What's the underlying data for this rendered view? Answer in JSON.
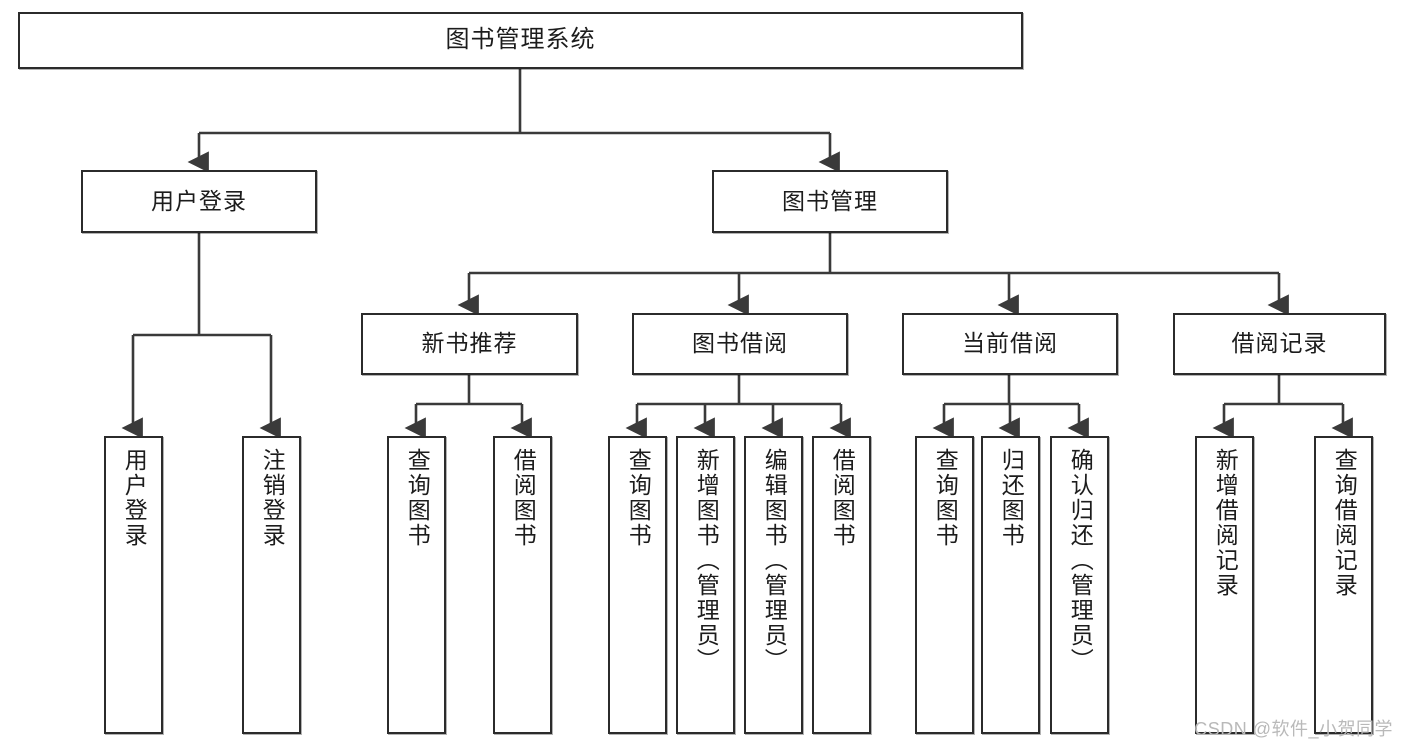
{
  "diagram": {
    "type": "tree",
    "title": "图书管理系统",
    "root": {
      "label": "图书管理系统"
    },
    "level2": [
      {
        "label": "用户登录"
      },
      {
        "label": "图书管理"
      }
    ],
    "level3": [
      {
        "label": "新书推荐"
      },
      {
        "label": "图书借阅"
      },
      {
        "label": "当前借阅"
      },
      {
        "label": "借阅记录"
      }
    ],
    "leaves": {
      "user_login": [
        {
          "label": "用户登录"
        },
        {
          "label": "注销登录"
        }
      ],
      "new_book_recommend": [
        {
          "label": "查询图书"
        },
        {
          "label": "借阅图书"
        }
      ],
      "book_borrow": [
        {
          "label": "查询图书"
        },
        {
          "label": "新增图书（管理员）"
        },
        {
          "label": "编辑图书（管理员）"
        },
        {
          "label": "借阅图书"
        }
      ],
      "current_borrow": [
        {
          "label": "查询图书"
        },
        {
          "label": "归还图书"
        },
        {
          "label": "确认归还（管理员）"
        }
      ],
      "borrow_record": [
        {
          "label": "新增借阅记录"
        },
        {
          "label": "查询借阅记录"
        }
      ]
    }
  },
  "watermark": {
    "text": "CSDN @软件_小贺同学"
  },
  "colors": {
    "border": "#2b2b2b",
    "line": "#3a3a3a",
    "text": "#1c1c1c",
    "background": "#ffffff",
    "watermark": "#b9b9b9"
  }
}
